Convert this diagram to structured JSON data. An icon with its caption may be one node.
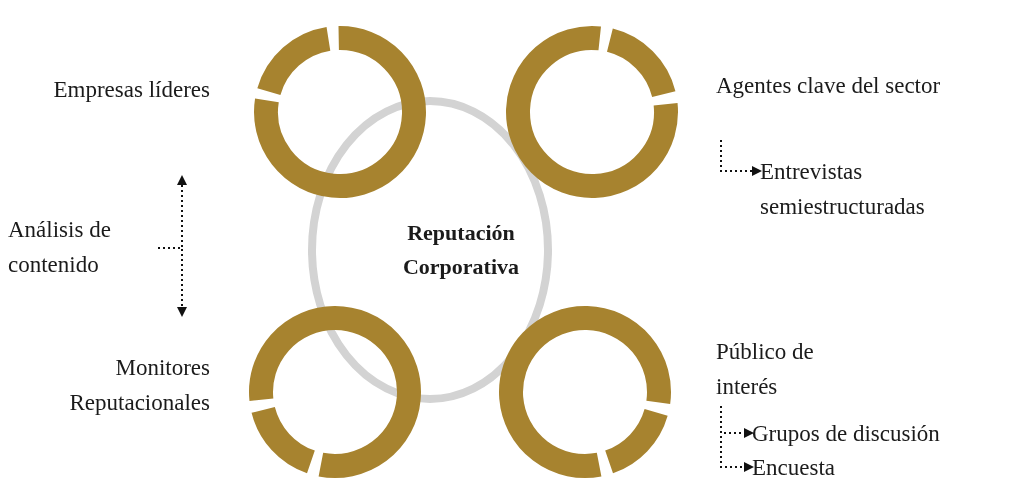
{
  "diagram": {
    "nodes": [
      {
        "text": [
          "Empresas líderes"
        ]
      },
      {
        "text": [],
        "shape": "circle"
      },
      {
        "text": [],
        "shape": "circle"
      },
      {
        "text": [
          "Agentes clave del sector"
        ]
      },
      {
        "text": [
          "Entrevistas semiestructuradas"
        ]
      },
      {
        "text": [
          "Análisis de contenido"
        ]
      },
      {
        "text": [
          "Reputación Corporativa"
        ]
      },
      {
        "text": [
          "Monitores Reputacionales"
        ]
      },
      {
        "text": [],
        "shape": "circle"
      },
      {
        "text": [],
        "shape": "circle"
      },
      {
        "text": [
          "Público de interés"
        ]
      },
      {
        "text": [
          "Grupos de discusión"
        ]
      },
      {
        "text": [
          "Encuesta"
        ]
      }
    ],
    "edges": [
      {
        "from": 5,
        "to": 0,
        "arrow": "to",
        "style": "dashed"
      },
      {
        "from": 5,
        "to": 7,
        "arrow": "to",
        "style": "dashed"
      },
      {
        "from": 3,
        "to": 4,
        "arrow": "to",
        "style": "dashed"
      },
      {
        "from": 10,
        "to": 11,
        "arrow": "to",
        "style": "dashed"
      },
      {
        "from": 10,
        "to": 12,
        "arrow": "to",
        "style": "dashed"
      }
    ]
  }
}
